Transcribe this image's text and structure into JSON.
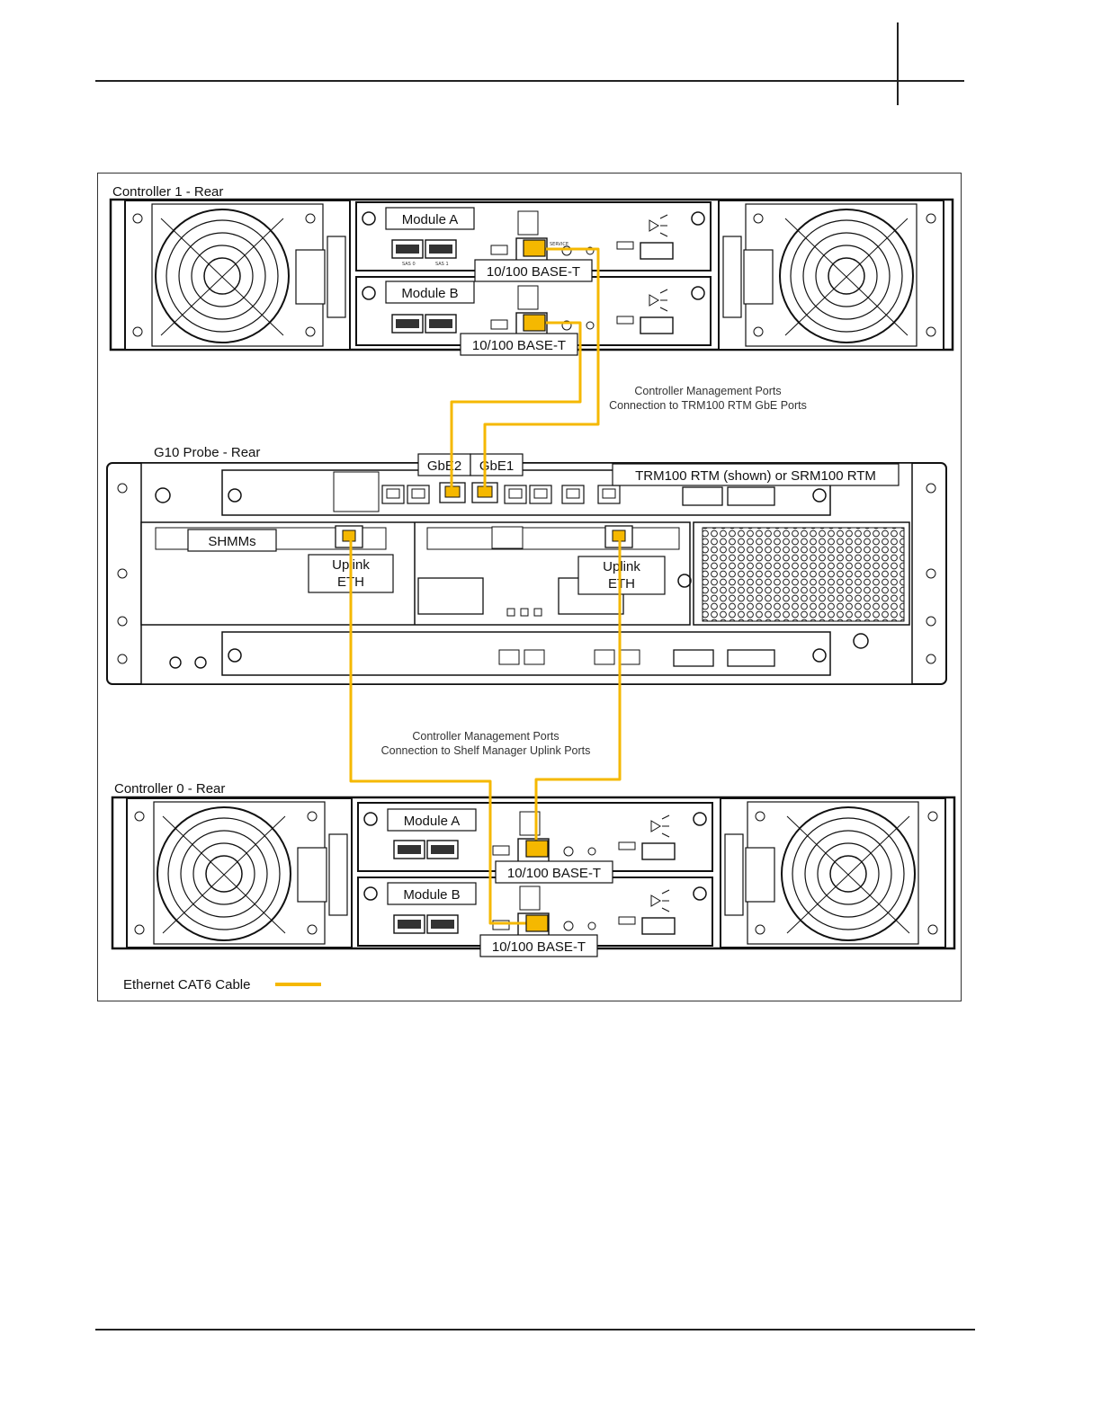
{
  "diagram": {
    "controller1": {
      "title": "Controller 1 - Rear",
      "module_a": "Module A",
      "module_b": "Module B",
      "port_a": "10/100 BASE-T",
      "port_b": "10/100 BASE-T"
    },
    "probe": {
      "title": "G10 Probe - Rear",
      "gbe2": "GbE2",
      "gbe1": "GbE1",
      "rtm": "TRM100 RTM (shown) or SRM100 RTM",
      "shmms": "SHMMs",
      "uplink_left": [
        "Uplink",
        "ETH"
      ],
      "uplink_right": [
        "Uplink",
        "ETH"
      ]
    },
    "note_top": [
      "Controller Management Ports",
      "Connection to TRM100 RTM GbE Ports"
    ],
    "note_bottom": [
      "Controller Management Ports",
      "Connection to Shelf Manager Uplink Ports"
    ],
    "controller0": {
      "title": "Controller 0 - Rear",
      "module_a": "Module A",
      "module_b": "Module B",
      "port_a": "10/100 BASE-T",
      "port_b": "10/100 BASE-T"
    },
    "legend": {
      "label": "Ethernet CAT6 Cable",
      "cable_color": "#f5b800"
    },
    "panel_labels": {
      "sas0": "SAS 0",
      "sas1": "SAS 1",
      "service": "SERVICE",
      "sas0_caps": "SAS 0",
      "sas1_caps": "SAS 1"
    }
  }
}
